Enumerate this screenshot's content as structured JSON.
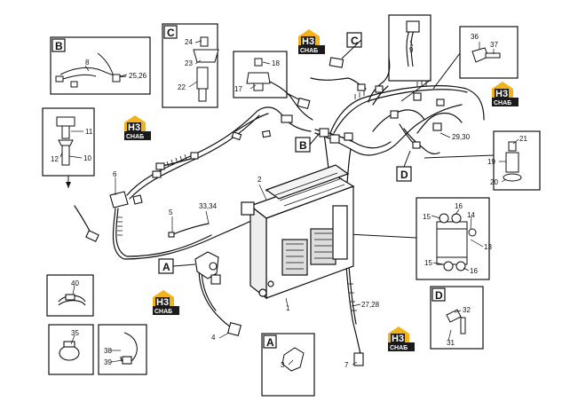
{
  "parts": {
    "p1": "1",
    "p2": "2",
    "p3": "3",
    "p4": "4",
    "p5": "5",
    "p6": "6",
    "p7": "7",
    "p8": "8",
    "p9": "9",
    "p10": "10",
    "p11": "11",
    "p12": "12",
    "p13": "13",
    "p14": "14",
    "p15a": "15",
    "p15b": "15",
    "p16a": "16",
    "p16b": "16",
    "p17": "17",
    "p18": "18",
    "p19": "19",
    "p20": "20",
    "p21": "21",
    "p22": "22",
    "p23": "23",
    "p24": "24",
    "p25": "25,26",
    "p27": "27,28",
    "p29": "29,30",
    "p31": "31",
    "p32": "32",
    "p33": "33,34",
    "p35": "35",
    "p36": "36",
    "p37": "37",
    "p38": "38",
    "p39": "39",
    "p40": "40"
  },
  "callouts": {
    "A": "A",
    "B": "B",
    "C": "C",
    "D": "D"
  },
  "logo": {
    "mark": "H3",
    "text": "CHAБ",
    "colors": {
      "body": "#f2b21b",
      "badge": "#1a1a1a"
    }
  }
}
